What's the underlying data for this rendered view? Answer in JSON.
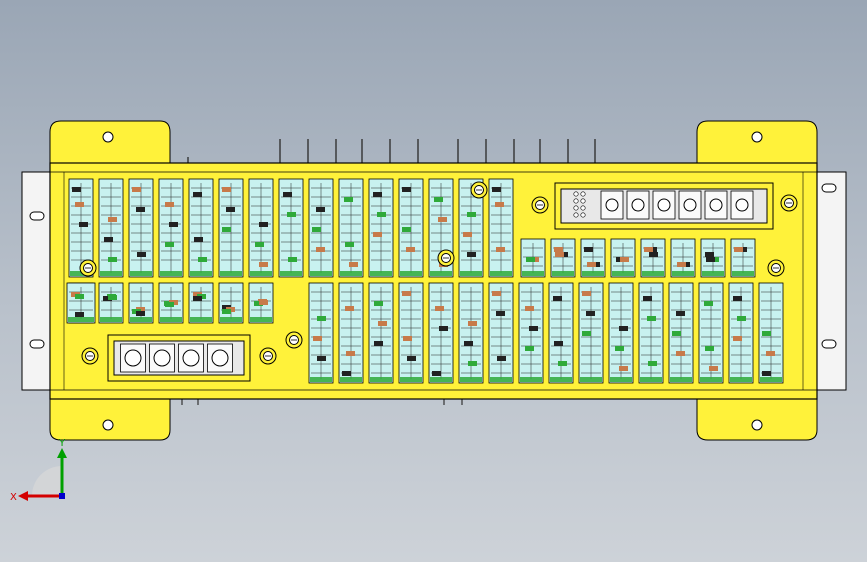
{
  "window": {
    "title": ""
  },
  "viewport": {
    "background_top": "#9aa6b5",
    "background_bottom": "#cdd2d8"
  },
  "model": {
    "body_color": "#fff23a",
    "edge_color": "#000000",
    "panel_color": "#c8f2f0",
    "flange_color": "#f4f4f4",
    "board_green": "#2faa3a",
    "copper": "#c77a4a",
    "vent_rows": 2,
    "connector_left_ports": 4,
    "connector_right_ports": 6
  },
  "triad": {
    "x_label": "X",
    "y_label": "Y",
    "x_color": "#d40000",
    "y_color": "#00a000",
    "z_color": "#0000cc"
  }
}
